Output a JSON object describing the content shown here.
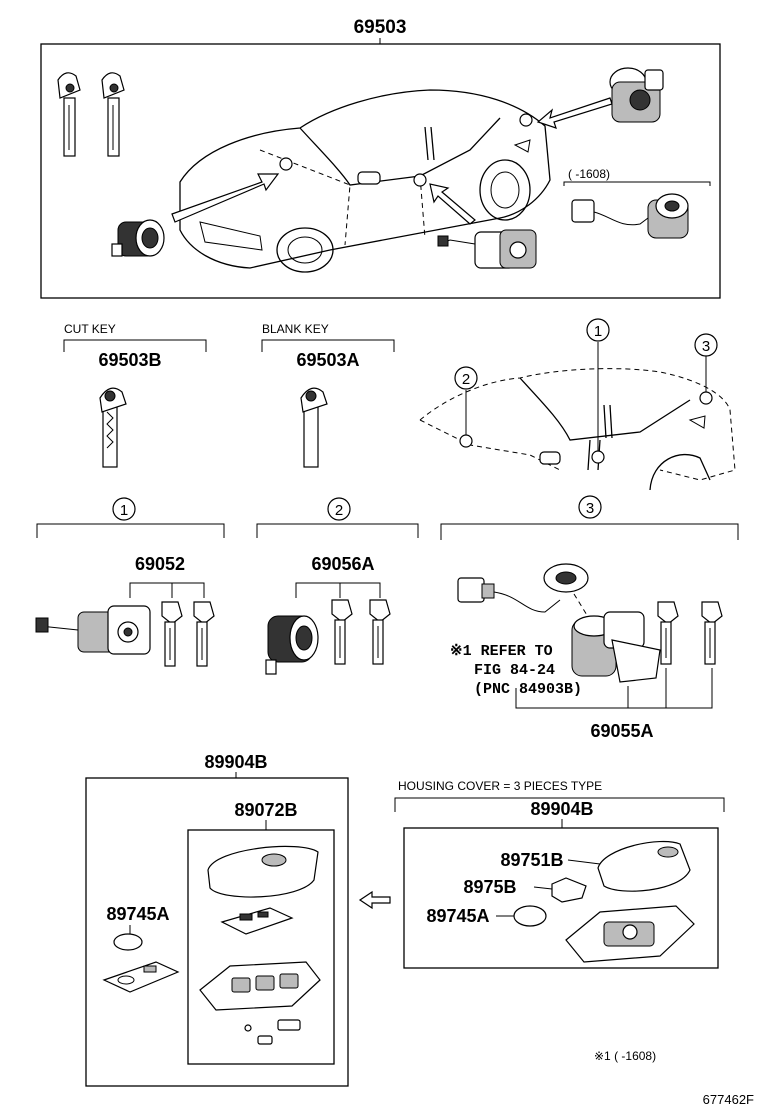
{
  "top": {
    "part_no": "69503",
    "bracket_range": "(    -1608)"
  },
  "cut_key": {
    "caption": "CUT KEY",
    "part_no": "69503B"
  },
  "blank_key": {
    "caption": "BLANK KEY",
    "part_no": "69503A"
  },
  "locations": [
    "1",
    "2",
    "3"
  ],
  "group1": {
    "marker": "1",
    "part_no": "69052"
  },
  "group2": {
    "marker": "2",
    "part_no": "69056A"
  },
  "group3": {
    "marker": "3",
    "part_no": "69055A",
    "note": [
      "※1 REFER TO",
      "FIG 84-24",
      "(PNC 84903B)"
    ]
  },
  "transmitter_left": {
    "part_no": "89904B",
    "inner_part_no": "89072B",
    "battery_part_no": "89745A"
  },
  "transmitter_right": {
    "caption": "HOUSING COVER = 3 PIECES TYPE",
    "part_no": "89904B",
    "cover_part_no": "89751B",
    "mid_part_no": "8975B",
    "battery_part_no": "89745A"
  },
  "footnote": "※1 (     -1608)",
  "figure_id": "677462F"
}
